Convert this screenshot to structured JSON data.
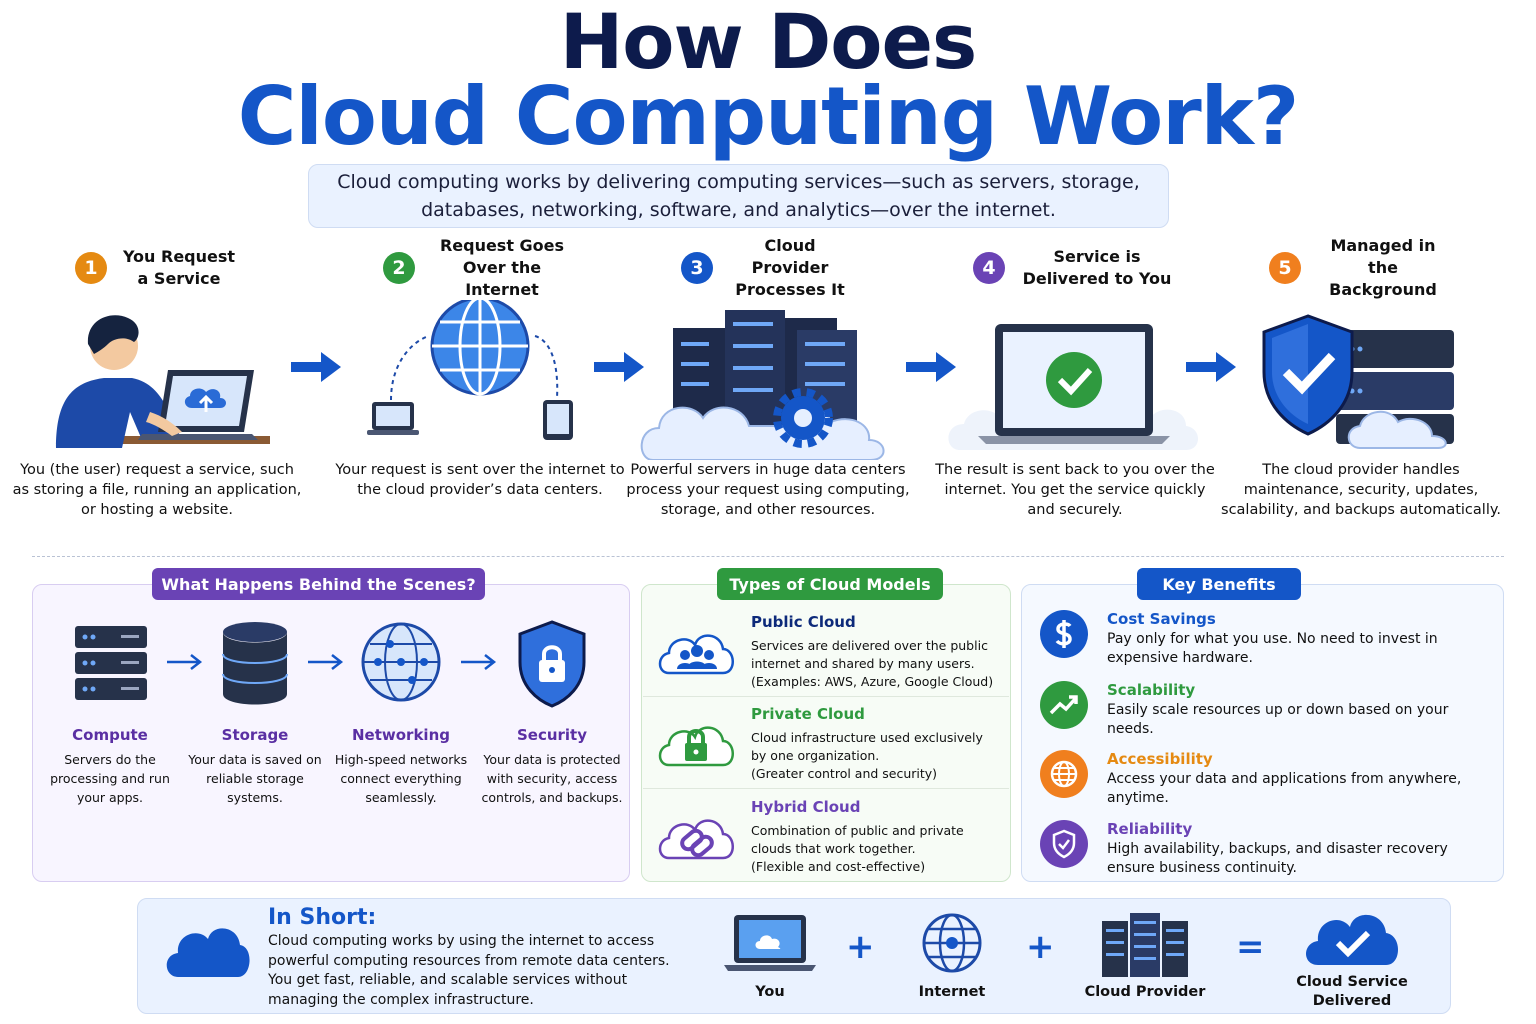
{
  "title": {
    "line1": "How Does",
    "line2": "Cloud Computing Work?"
  },
  "subtitle": "Cloud computing works by delivering computing services—such as servers, storage, databases, networking, software, and analytics—over the internet.",
  "colors": {
    "navy": "#0d1b4c",
    "blue": "#1456c8",
    "orange": "#e58a12",
    "green": "#2f9a3f",
    "purple": "#6a43b5"
  },
  "steps": [
    {
      "num": "1",
      "title": "You Request a Service",
      "desc": "You (the user) request a service, such as storing a file, running an application, or hosting a website.",
      "color": "#e58a12",
      "icon": "user-laptop-icon"
    },
    {
      "num": "2",
      "title": "Request Goes Over the Internet",
      "desc": "Your request is sent over the internet to the cloud provider’s data centers.",
      "color": "#2f9a3f",
      "icon": "globe-network-icon"
    },
    {
      "num": "3",
      "title": "Cloud Provider Processes It",
      "desc": "Powerful servers in huge data centers process your request using computing, storage, and other resources.",
      "color": "#1456c8",
      "icon": "server-cloud-gear-icon"
    },
    {
      "num": "4",
      "title": "Service is Delivered to You",
      "desc": "The result is sent back to you over the internet. You get the service quickly and securely.",
      "color": "#6a43b5",
      "icon": "laptop-check-icon"
    },
    {
      "num": "5",
      "title": "Managed in the Background",
      "desc": "The cloud provider handles maintenance, security, updates, scalability, and backups automatically.",
      "color": "#f07f1e",
      "icon": "shield-server-icon"
    }
  ],
  "behind_scenes": {
    "label": "What Happens Behind the Scenes?",
    "items": [
      {
        "title": "Compute",
        "desc": "Servers do the processing and run your apps.",
        "icon": "server-icon"
      },
      {
        "title": "Storage",
        "desc": "Your data is saved on reliable storage systems.",
        "icon": "database-icon"
      },
      {
        "title": "Networking",
        "desc": "High-speed networks connect everything seamlessly.",
        "icon": "network-globe-icon"
      },
      {
        "title": "Security",
        "desc": "Your data is protected with security, access controls, and backups.",
        "icon": "lock-shield-icon"
      }
    ]
  },
  "cloud_models": {
    "label": "Types of Cloud Models",
    "items": [
      {
        "title": "Public Cloud",
        "desc": "Services are delivered over the public internet and shared by many users.",
        "note": "(Examples: AWS, Azure, Google Cloud)",
        "color": "#1456c8",
        "icon": "cloud-users-icon"
      },
      {
        "title": "Private Cloud",
        "desc": "Cloud infrastructure used exclusively by one organization.",
        "note": "(Greater control and security)",
        "color": "#2f9a3f",
        "icon": "cloud-lock-icon"
      },
      {
        "title": "Hybrid Cloud",
        "desc": "Combination of public and private clouds that work together.",
        "note": "(Flexible and cost-effective)",
        "color": "#6a43b5",
        "icon": "cloud-link-icon"
      }
    ]
  },
  "benefits": {
    "label": "Key Benefits",
    "items": [
      {
        "title": "Cost Savings",
        "desc": "Pay only for what you use. No need to invest in expensive hardware.",
        "color": "#1456c8",
        "icon": "dollar-icon"
      },
      {
        "title": "Scalability",
        "desc": "Easily scale resources up or down based on your needs.",
        "color": "#2f9a3f",
        "icon": "trend-up-icon"
      },
      {
        "title": "Accessibility",
        "desc": "Access your data and applications from anywhere, anytime.",
        "color": "#e58a12",
        "icon": "globe-icon"
      },
      {
        "title": "Reliability",
        "desc": "High availability, backups, and disaster recovery ensure business continuity.",
        "color": "#6a43b5",
        "icon": "shield-check-icon"
      }
    ]
  },
  "in_short": {
    "title": "In Short:",
    "desc": "Cloud computing works by using the internet to access powerful computing resources from remote data centers. You get fast, reliable, and scalable services without managing the complex infrastructure.",
    "equation": [
      {
        "label": "You"
      },
      {
        "label": "Internet"
      },
      {
        "label": "Cloud Provider"
      },
      {
        "label": "Cloud Service Delivered"
      }
    ],
    "plus": "+",
    "equals": "="
  }
}
